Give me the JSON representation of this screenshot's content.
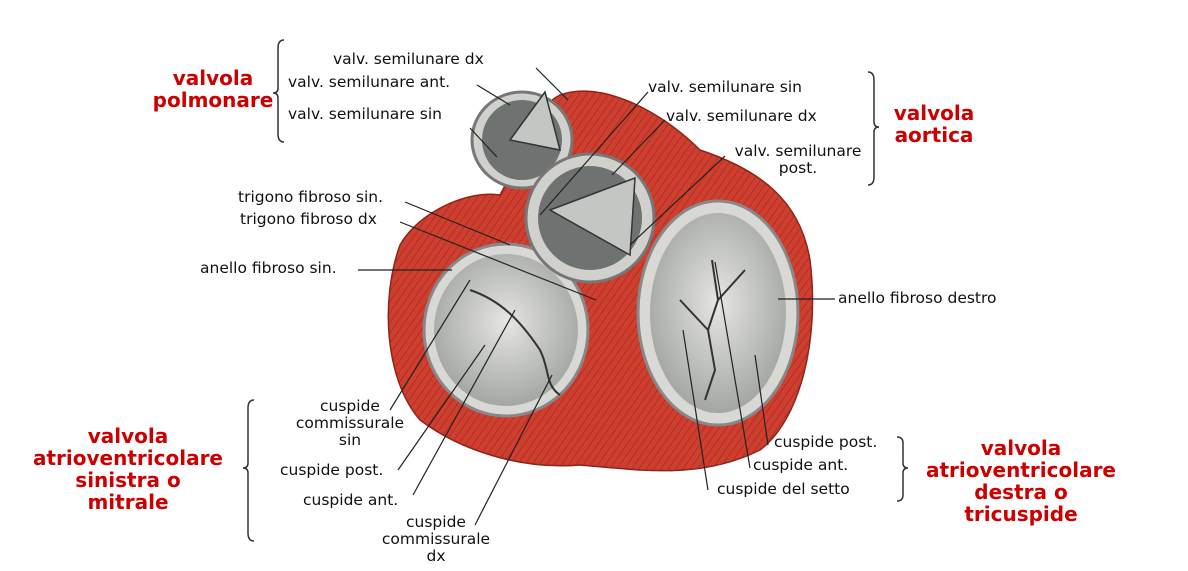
{
  "groups": {
    "pulmonary": [
      "valvola",
      "polmonare"
    ],
    "aortic": [
      "valvola",
      "aortica"
    ],
    "mitral": [
      "valvola",
      "atrioventricolare",
      "sinistra o",
      "mitrale"
    ],
    "tricuspid": [
      "valvola",
      "atrioventricolare",
      "destra o",
      "tricuspide"
    ]
  },
  "labels": {
    "pulm_dx": "valv. semilunare dx",
    "pulm_ant": "valv. semilunare ant.",
    "pulm_sin": "valv. semilunare sin",
    "aort_sin": "valv. semilunare sin",
    "aort_dx": "valv. semilunare dx",
    "aort_post": [
      "valv. semilunare",
      "post."
    ],
    "trig_sin": "trigono fibroso sin.",
    "trig_dx": "trigono fibroso dx",
    "anello_sin": "anello fibroso sin.",
    "anello_dx": "anello fibroso destro",
    "mit_comm_sin": [
      "cuspide",
      "commissurale",
      "sin"
    ],
    "mit_post": "cuspide post.",
    "mit_ant": "cuspide ant.",
    "mit_comm_dx": [
      "cuspide",
      "commissurale",
      "dx"
    ],
    "tri_post": "cuspide post.",
    "tri_ant": "cuspide ant.",
    "tri_setto": "cuspide del setto"
  },
  "colors": {
    "group_label": "#cc0000",
    "muscle": "#c8392c",
    "valve": "#c9cbc8"
  }
}
